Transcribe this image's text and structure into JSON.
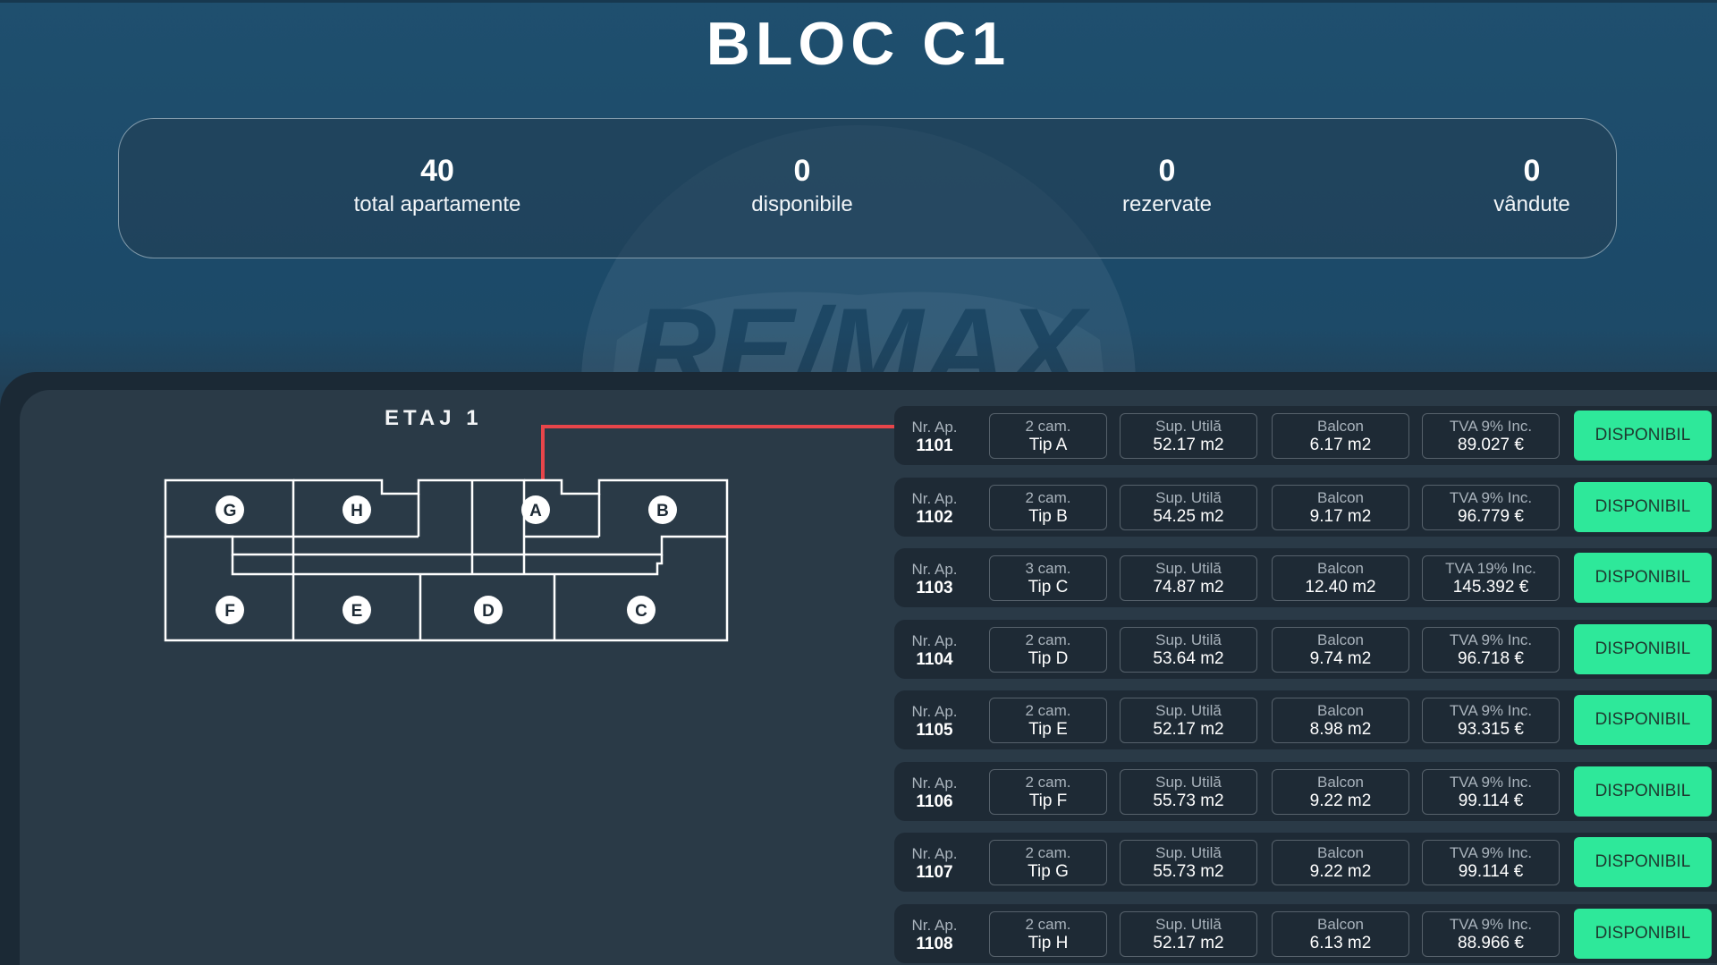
{
  "page": {
    "title": "BLOC C1"
  },
  "watermark": {
    "text": "RE/MAX"
  },
  "stats": [
    {
      "value": "40",
      "label": "total apartamente"
    },
    {
      "value": "0",
      "label": "disponibile"
    },
    {
      "value": "0",
      "label": "rezervate"
    },
    {
      "value": "0",
      "label": "vândute"
    }
  ],
  "floor": {
    "title": "ETAJ 1",
    "units": [
      "G",
      "H",
      "A",
      "B",
      "F",
      "E",
      "D",
      "C"
    ]
  },
  "apartments": [
    {
      "nr_label": "Nr. Ap.",
      "nr": "1101",
      "rooms": "2 cam.",
      "type": "Tip A",
      "sup_label": "Sup. Utilă",
      "sup": "52.17 m2",
      "balc_label": "Balcon",
      "balc": "6.17 m2",
      "tva_label": "TVA 9% Inc.",
      "price": "89.027 €",
      "status": "DISPONIBIL"
    },
    {
      "nr_label": "Nr. Ap.",
      "nr": "1102",
      "rooms": "2 cam.",
      "type": "Tip B",
      "sup_label": "Sup. Utilă",
      "sup": "54.25 m2",
      "balc_label": "Balcon",
      "balc": "9.17 m2",
      "tva_label": "TVA 9% Inc.",
      "price": "96.779 €",
      "status": "DISPONIBIL"
    },
    {
      "nr_label": "Nr. Ap.",
      "nr": "1103",
      "rooms": "3 cam.",
      "type": "Tip C",
      "sup_label": "Sup. Utilă",
      "sup": "74.87 m2",
      "balc_label": "Balcon",
      "balc": "12.40 m2",
      "tva_label": "TVA 19% Inc.",
      "price": "145.392 €",
      "status": "DISPONIBIL"
    },
    {
      "nr_label": "Nr. Ap.",
      "nr": "1104",
      "rooms": "2 cam.",
      "type": "Tip D",
      "sup_label": "Sup. Utilă",
      "sup": "53.64 m2",
      "balc_label": "Balcon",
      "balc": "9.74 m2",
      "tva_label": "TVA 9% Inc.",
      "price": "96.718 €",
      "status": "DISPONIBIL"
    },
    {
      "nr_label": "Nr. Ap.",
      "nr": "1105",
      "rooms": "2 cam.",
      "type": "Tip E",
      "sup_label": "Sup. Utilă",
      "sup": "52.17 m2",
      "balc_label": "Balcon",
      "balc": "8.98 m2",
      "tva_label": "TVA 9% Inc.",
      "price": "93.315 €",
      "status": "DISPONIBIL"
    },
    {
      "nr_label": "Nr. Ap.",
      "nr": "1106",
      "rooms": "2 cam.",
      "type": "Tip F",
      "sup_label": "Sup. Utilă",
      "sup": "55.73 m2",
      "balc_label": "Balcon",
      "balc": "9.22 m2",
      "tva_label": "TVA 9% Inc.",
      "price": "99.114 €",
      "status": "DISPONIBIL"
    },
    {
      "nr_label": "Nr. Ap.",
      "nr": "1107",
      "rooms": "2 cam.",
      "type": "Tip G",
      "sup_label": "Sup. Utilă",
      "sup": "55.73 m2",
      "balc_label": "Balcon",
      "balc": "9.22 m2",
      "tva_label": "TVA 9% Inc.",
      "price": "99.114 €",
      "status": "DISPONIBIL"
    },
    {
      "nr_label": "Nr. Ap.",
      "nr": "1108",
      "rooms": "2 cam.",
      "type": "Tip H",
      "sup_label": "Sup. Utilă",
      "sup": "52.17 m2",
      "balc_label": "Balcon",
      "balc": "6.13 m2",
      "tva_label": "TVA 9% Inc.",
      "price": "88.966 €",
      "status": "DISPONIBIL"
    }
  ],
  "colors": {
    "status_available": "#2ee89a",
    "highlight_line": "#e8454a"
  }
}
